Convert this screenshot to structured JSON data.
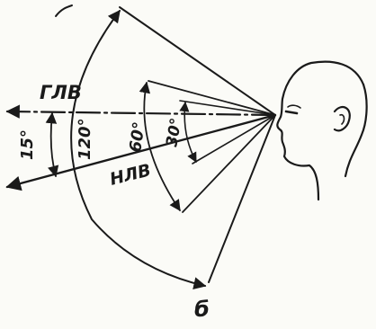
{
  "colors": {
    "ink": "#1a1a1a",
    "paper": "#fbfbf7"
  },
  "labels": {
    "normal_line_of_sight": "ГЛВ",
    "lowered_line_of_sight": "НЛВ",
    "angle_120": "120°",
    "angle_60": "60°",
    "angle_30": "30°",
    "angle_15": "15°",
    "point_b": "б"
  },
  "icons": {
    "head": "human-head-profile-icon"
  }
}
